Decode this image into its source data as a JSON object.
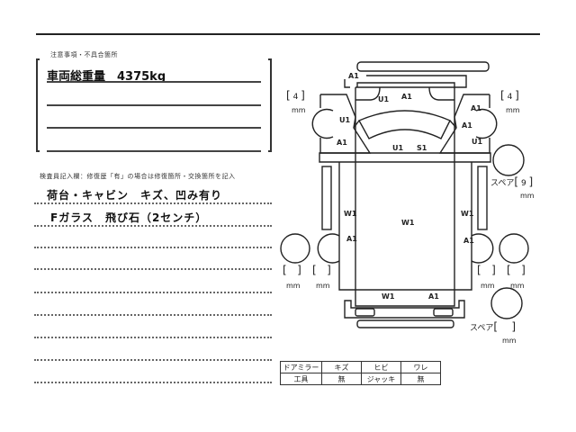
{
  "notes": {
    "caption": "注意事項・不具合箇所",
    "lines": [
      "車両総重量　4375kg",
      "",
      "",
      ""
    ]
  },
  "inspector": {
    "caption": "検査員記入欄：修復歴「有」の場合は修復箇所・交換箇所を記入",
    "lines": [
      "荷台・キャビン　キズ、凹み有り",
      "Fガラス　飛び石（2センチ）",
      "",
      "",
      "",
      "",
      "",
      "",
      ""
    ]
  },
  "diagram": {
    "labels": {
      "top_a1": "A1",
      "hood_u1": "U1",
      "hood_a1": "A1",
      "windshield_u1": "U1",
      "windshield_s1": "S1",
      "left_door_u1": "U1",
      "left_door_a1": "A1",
      "right_door_a1_top": "A1",
      "right_door_a1_mid": "A1",
      "right_door_u1": "U1",
      "left_side_w1": "W1",
      "left_side_a1": "A1",
      "bed_w1": "W1",
      "right_side_w1": "W1",
      "right_side_a1": "A1",
      "rear_w1": "W1",
      "rear_a1": "A1"
    },
    "tires": {
      "front_left": {
        "value": "4",
        "unit": "mm"
      },
      "front_right": {
        "value": "4",
        "unit": "mm"
      },
      "spare_top": {
        "label": "スペア",
        "value": "9",
        "unit": "mm"
      },
      "rear_left_outer": {
        "value": "",
        "unit": "mm"
      },
      "rear_left_inner": {
        "value": "",
        "unit": "mm"
      },
      "rear_right_inner": {
        "value": "",
        "unit": "mm"
      },
      "rear_right_outer": {
        "value": "",
        "unit": "mm"
      },
      "spare_bottom": {
        "label": "スペア",
        "value": "",
        "unit": "mm"
      }
    }
  },
  "equipment_table": {
    "rows": [
      [
        "ドアミラー",
        "キズ",
        "ヒビ",
        "ワレ"
      ],
      [
        "工具",
        "無",
        "ジャッキ",
        "無"
      ]
    ]
  }
}
